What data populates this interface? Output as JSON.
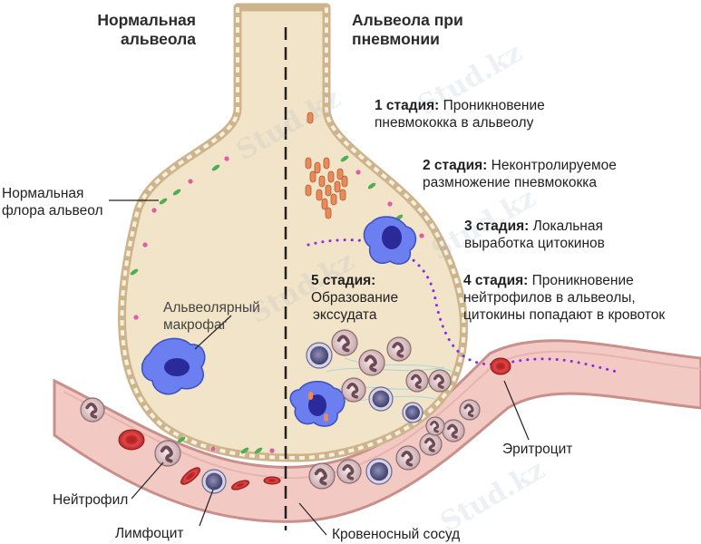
{
  "headings": {
    "normal": [
      "Нормальная",
      "альвеола"
    ],
    "pneumonia": [
      "Альвеола при",
      "пневмонии"
    ]
  },
  "stages": [
    {
      "title": "1 стадия:",
      "lines": [
        "Проникновение",
        "пневмококка в альвеолу"
      ]
    },
    {
      "title": "2 стадия:",
      "lines": [
        "Неконтролируемое",
        "размножение пневмококка"
      ]
    },
    {
      "title": "3 стадия:",
      "lines": [
        "Локальная",
        "выработка цитокинов"
      ]
    },
    {
      "title": "4 стадия:",
      "lines": [
        "Проникновение",
        "нейтрофилов в альвеолы,",
        "цитокины попадают в кровоток"
      ]
    },
    {
      "title": "5 стадия:",
      "lines": [
        "Образование",
        "экссудата"
      ]
    }
  ],
  "labels": {
    "flora": [
      "Нормальная",
      "флора альвеол"
    ],
    "macrophage": [
      "Альвеолярный",
      "макрофаг"
    ],
    "erythrocyte": "Эритроцит",
    "neutrophil": "Нейтрофил",
    "lymphocyte": "Лимфоцит",
    "vessel": "Кровеносный сосуд"
  },
  "watermark": "Stud.kz",
  "colors": {
    "alveolus_fill": "#f2e4c8",
    "alveolus_wall": "#d9c7a6",
    "vessel_fill": "#f3c9c4",
    "erythrocyte": "#d93a3a",
    "neutrophil": "#b48a8e",
    "macrophage": "#5b6fe0",
    "bacteria": "#e88a5a",
    "flora_green": "#4caf50",
    "flora_pink": "#e05aa8",
    "cytokine": "#8a2be2"
  }
}
